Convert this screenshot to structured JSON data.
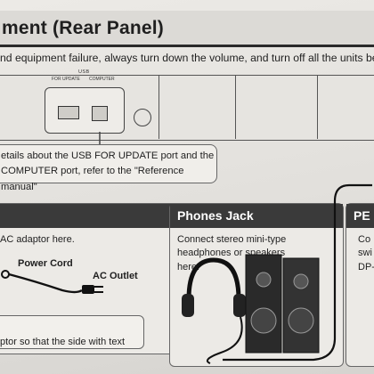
{
  "header": {
    "title": "ment (Rear Panel)",
    "intro": "nd equipment failure, always turn down the volume, and turn off all the units before"
  },
  "rear_panel": {
    "usb_heading": "USB",
    "for_update_label": "FOR UPDATE",
    "computer_label": "COMPUTER"
  },
  "usb_note": {
    "line1": "etails about the USB FOR UPDATE port and the",
    "line2": "COMPUTER port, refer to the \"Reference manual\""
  },
  "power_section": {
    "text": "AC adaptor here.",
    "power_cord_label": "Power Cord",
    "ac_outlet_label": "AC Outlet",
    "note_text": "ptor so that the side with text"
  },
  "phones_section": {
    "heading": "Phones Jack",
    "line1": "Connect stereo mini-type",
    "line2": "headphones or speakers",
    "line3": "here."
  },
  "pedal_section": {
    "heading": "PE",
    "line1": "Co",
    "line2": "swi",
    "line3": "DP-"
  }
}
